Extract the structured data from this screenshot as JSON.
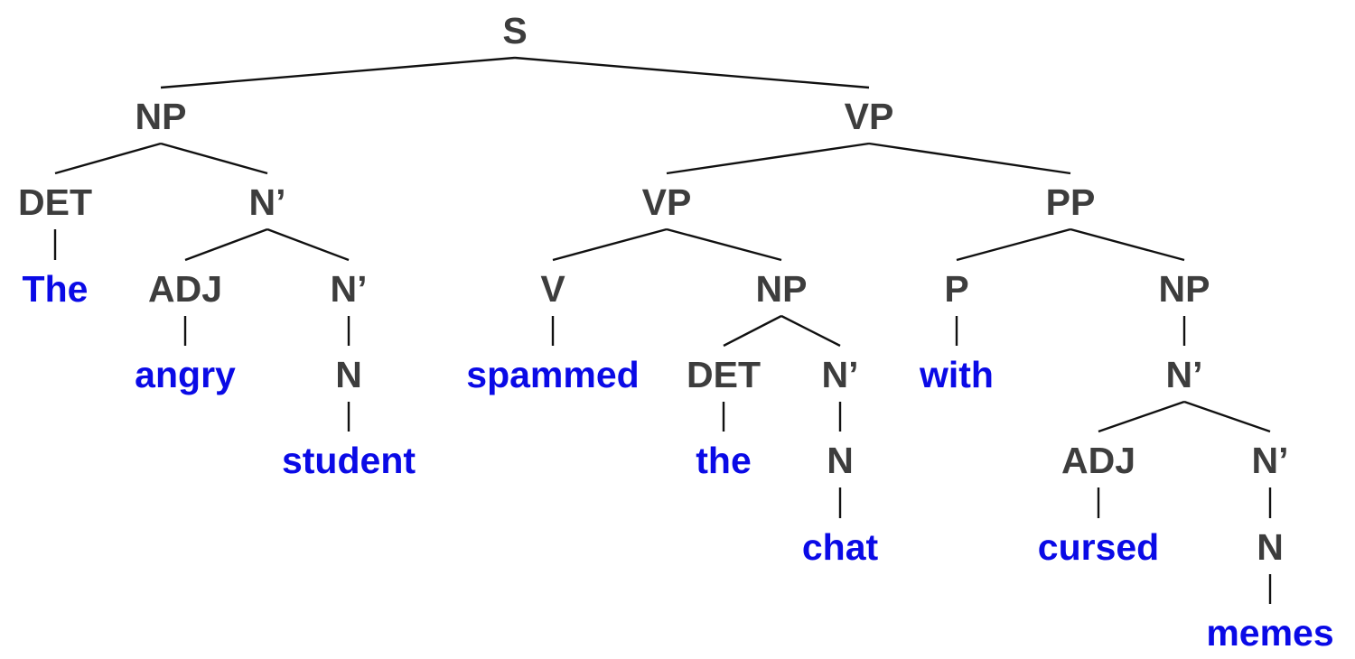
{
  "colors": {
    "category": "#3d3d3d",
    "word": "#0a0ae6",
    "edge": "#111111"
  },
  "tree": {
    "label": "S",
    "kind": "category",
    "children": [
      {
        "label": "NP",
        "kind": "category",
        "children": [
          {
            "label": "DET",
            "kind": "category",
            "children": [
              {
                "label": "The",
                "kind": "word"
              }
            ]
          },
          {
            "label": "N’",
            "kind": "category",
            "children": [
              {
                "label": "ADJ",
                "kind": "category",
                "children": [
                  {
                    "label": "angry",
                    "kind": "word"
                  }
                ]
              },
              {
                "label": "N’",
                "kind": "category",
                "children": [
                  {
                    "label": "N",
                    "kind": "category",
                    "children": [
                      {
                        "label": "student",
                        "kind": "word"
                      }
                    ]
                  }
                ]
              }
            ]
          }
        ]
      },
      {
        "label": "VP",
        "kind": "category",
        "children": [
          {
            "label": "VP",
            "kind": "category",
            "children": [
              {
                "label": "V",
                "kind": "category",
                "children": [
                  {
                    "label": "spammed",
                    "kind": "word"
                  }
                ]
              },
              {
                "label": "NP",
                "kind": "category",
                "children": [
                  {
                    "label": "DET",
                    "kind": "category",
                    "children": [
                      {
                        "label": "the",
                        "kind": "word"
                      }
                    ]
                  },
                  {
                    "label": "N’",
                    "kind": "category",
                    "children": [
                      {
                        "label": "N",
                        "kind": "category",
                        "children": [
                          {
                            "label": "chat",
                            "kind": "word"
                          }
                        ]
                      }
                    ]
                  }
                ]
              }
            ]
          },
          {
            "label": "PP",
            "kind": "category",
            "children": [
              {
                "label": "P",
                "kind": "category",
                "children": [
                  {
                    "label": "with",
                    "kind": "word"
                  }
                ]
              },
              {
                "label": "NP",
                "kind": "category",
                "children": [
                  {
                    "label": "N’",
                    "kind": "category",
                    "children": [
                      {
                        "label": "ADJ",
                        "kind": "category",
                        "children": [
                          {
                            "label": "cursed",
                            "kind": "word"
                          }
                        ]
                      },
                      {
                        "label": "N’",
                        "kind": "category",
                        "children": [
                          {
                            "label": "N",
                            "kind": "category",
                            "children": [
                              {
                                "label": "memes",
                                "kind": "word"
                              }
                            ]
                          }
                        ]
                      }
                    ]
                  }
                ]
              }
            ]
          }
        ]
      }
    ]
  }
}
